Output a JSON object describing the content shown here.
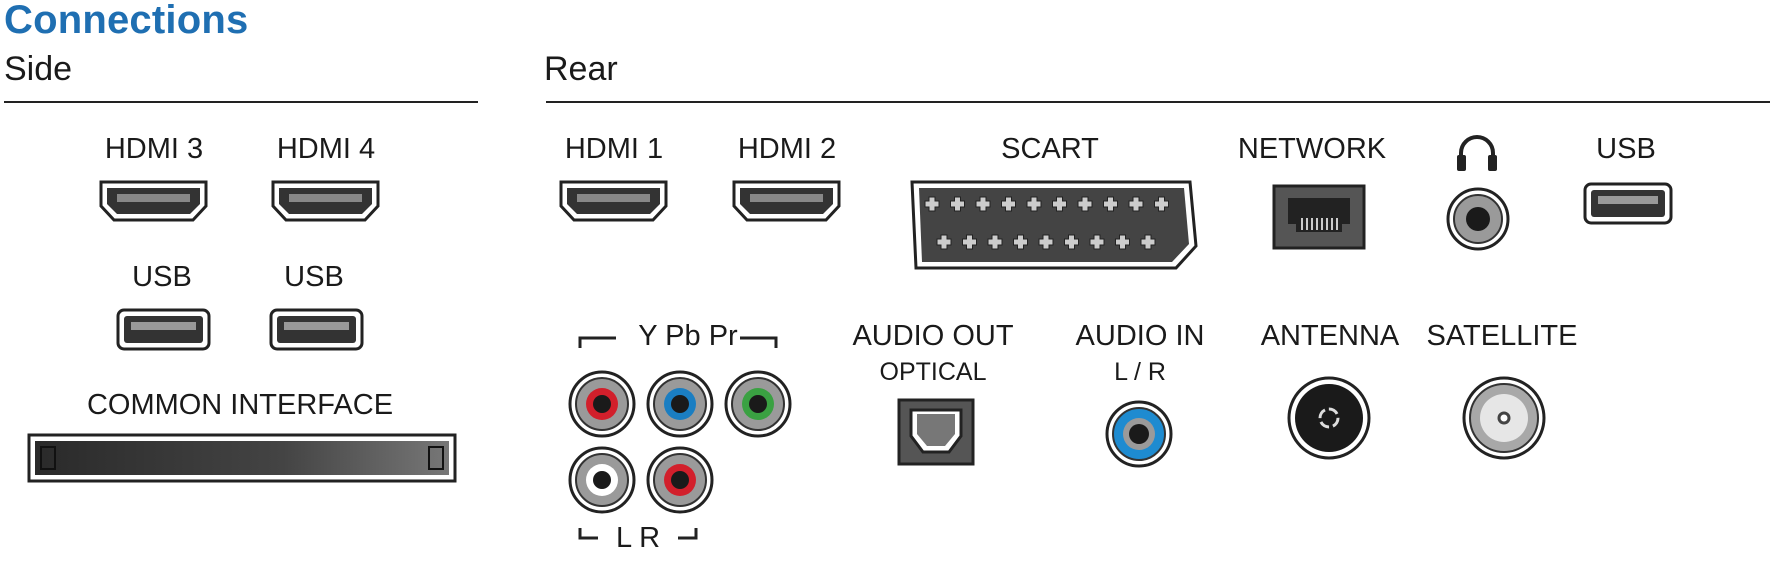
{
  "title": "Connections",
  "side": {
    "heading": "Side",
    "hdmi3": "HDMI 3",
    "hdmi4": "HDMI 4",
    "usb_a": "USB",
    "usb_b": "USB",
    "common_interface": "COMMON INTERFACE"
  },
  "rear": {
    "heading": "Rear",
    "hdmi1": "HDMI 1",
    "hdmi2": "HDMI 2",
    "scart": "SCART",
    "network": "NETWORK",
    "usb": "USB",
    "component": "Y Pb Pr",
    "audio_out": "AUDIO OUT",
    "optical": "OPTICAL",
    "audio_in": "AUDIO IN",
    "audio_in_lr": "L / R",
    "antenna": "ANTENNA",
    "satellite": "SATELLITE",
    "lr": "L R"
  },
  "icons": {
    "headphone": "headphone-icon",
    "hdmi": "hdmi-port-icon",
    "usb": "usb-port-icon",
    "scart": "scart-port-icon",
    "network": "ethernet-port-icon",
    "rca": "rca-jack-icon",
    "optical": "optical-port-icon",
    "antenna": "antenna-port-icon",
    "satellite": "satellite-port-icon"
  },
  "colors": {
    "title": "#1f6fb2",
    "rca_red": "#d21f2b",
    "rca_blue": "#1a7ec2",
    "rca_green": "#3aa142",
    "audio_in_blue": "#1e8bd0"
  }
}
